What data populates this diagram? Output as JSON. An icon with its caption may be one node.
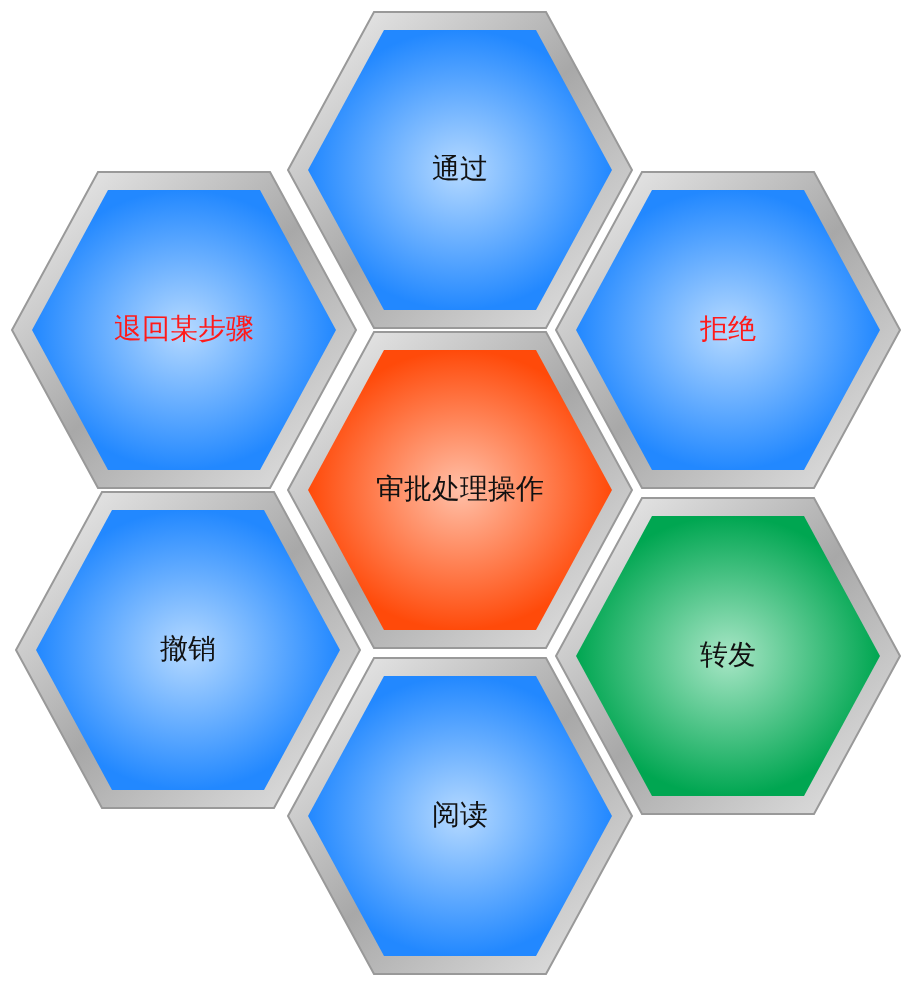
{
  "diagram": {
    "nodes": [
      {
        "text": [
          "通过"
        ]
      },
      {
        "text": [
          "退回某步骤"
        ]
      },
      {
        "text": [
          "拒绝"
        ]
      },
      {
        "text": [
          "审批处理操作"
        ]
      },
      {
        "text": [
          "撤销"
        ]
      },
      {
        "text": [
          "转发"
        ]
      },
      {
        "text": [
          "阅读"
        ]
      }
    ]
  }
}
